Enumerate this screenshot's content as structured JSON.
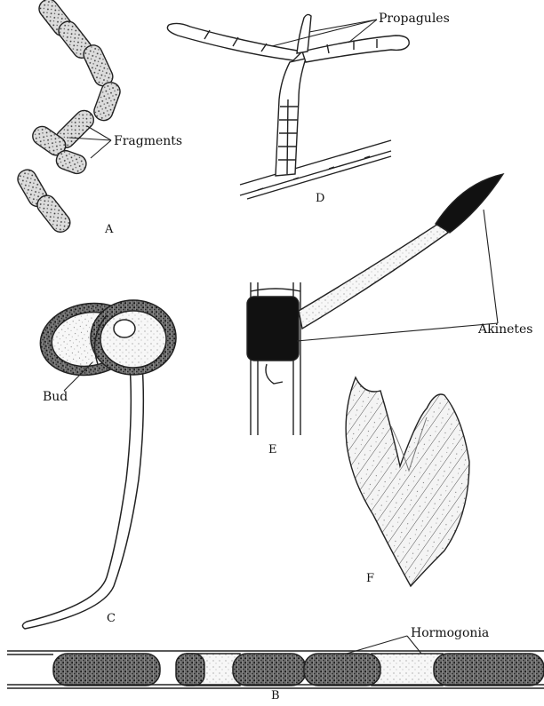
{
  "labels": {
    "fragments": "Fragments",
    "propagules": "Propagules",
    "bud": "Bud",
    "akinetes": "Akinetes",
    "hormogonia": "Hormogonia"
  },
  "panels": {
    "a": "A",
    "b": "B",
    "c": "C",
    "d": "D",
    "e": "E",
    "f": "F"
  }
}
